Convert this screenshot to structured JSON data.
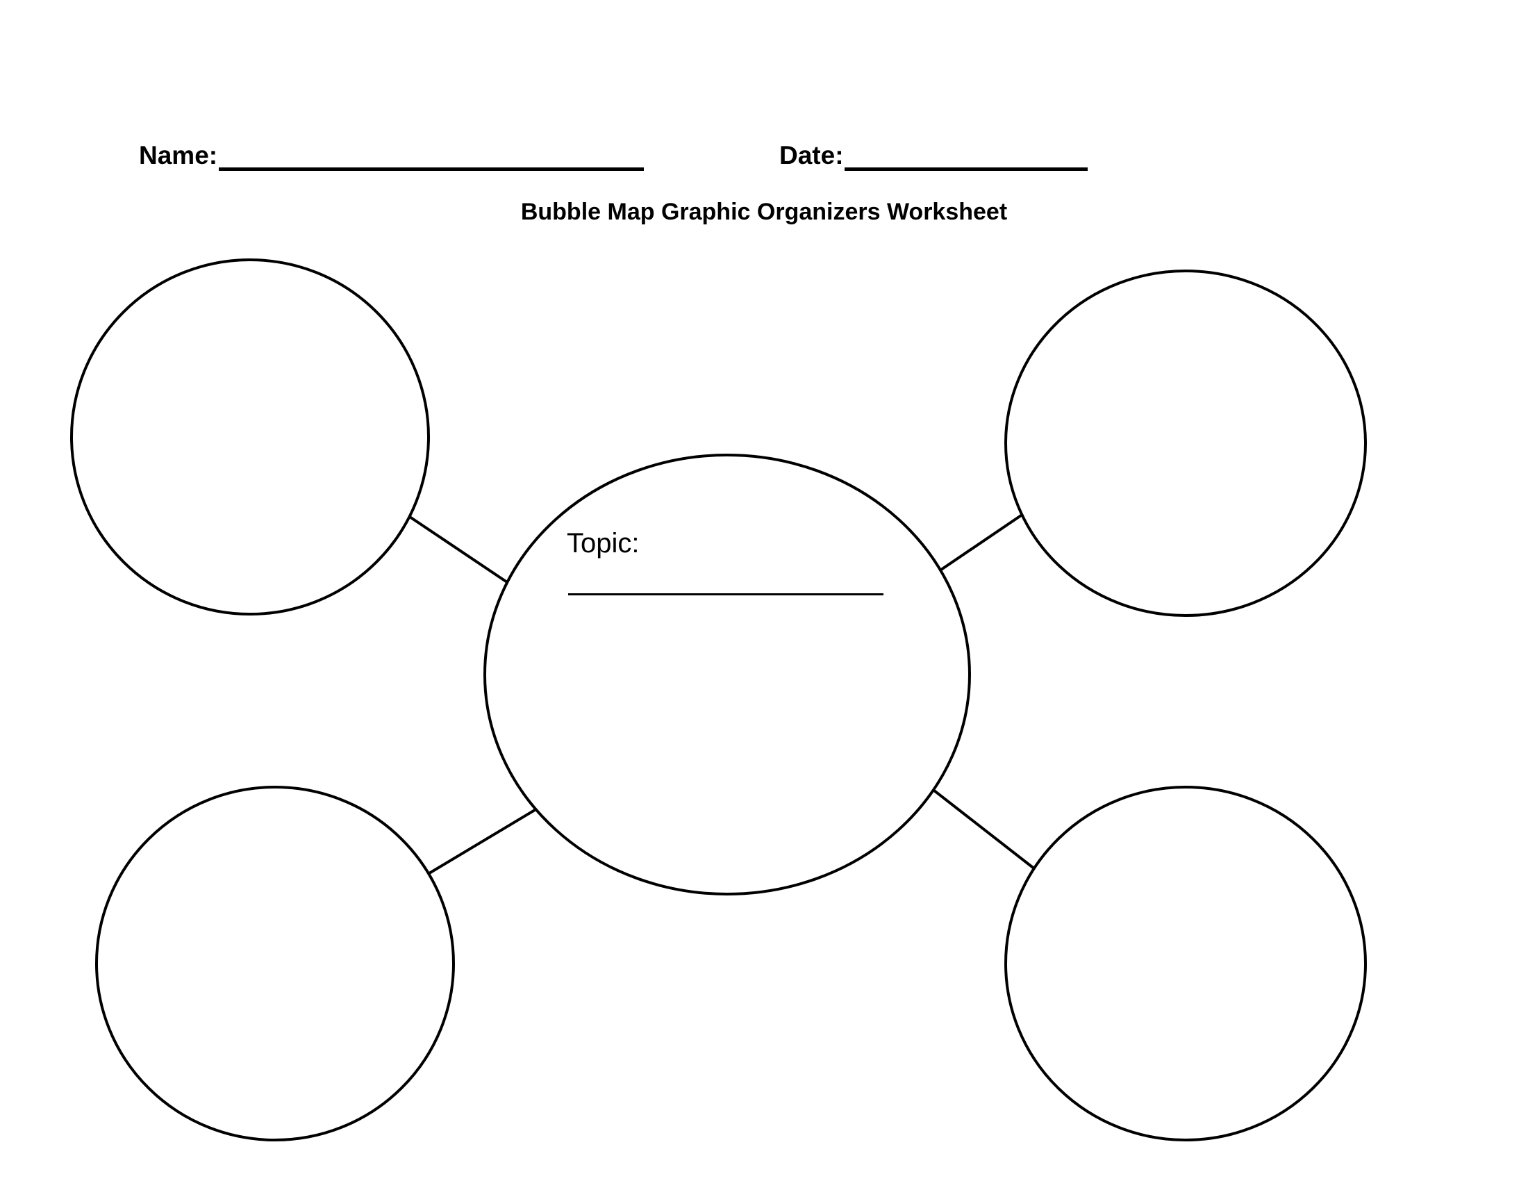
{
  "page": {
    "background_color": "#ffffff",
    "ink_color": "#000000"
  },
  "header": {
    "name_label": "Name:",
    "name_value": "",
    "date_label": "Date:",
    "date_value": ""
  },
  "title": "Bubble Map Graphic Organizers Worksheet",
  "diagram": {
    "center_bubble": {
      "topic_label": "Topic:",
      "topic_value": ""
    },
    "outer_bubbles": [
      {
        "id": "top-left",
        "value": ""
      },
      {
        "id": "top-right",
        "value": ""
      },
      {
        "id": "bottom-left",
        "value": ""
      },
      {
        "id": "bottom-right",
        "value": ""
      }
    ],
    "connector_count": 4
  }
}
